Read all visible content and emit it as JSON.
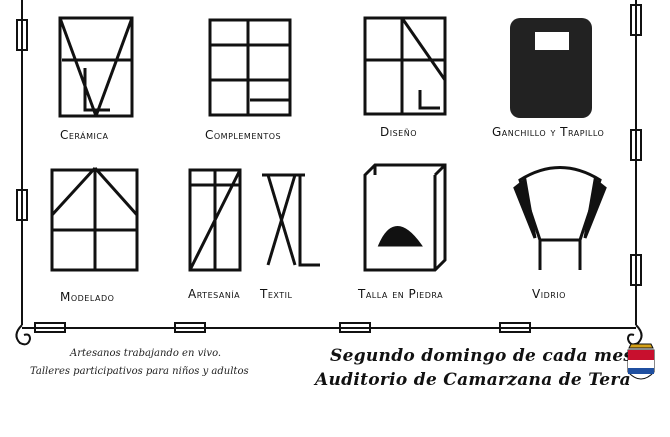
{
  "crafts": [
    {
      "id": "ceramica",
      "label": "Cerámica"
    },
    {
      "id": "complementos",
      "label": "Complementos"
    },
    {
      "id": "diseno",
      "label": "Diseño"
    },
    {
      "id": "ganchillo",
      "label": "Ganchillo y Trapillo"
    },
    {
      "id": "modelado",
      "label": "Modelado"
    },
    {
      "id": "artesania",
      "label": "Artesanía"
    },
    {
      "id": "textil",
      "label": "Textil"
    },
    {
      "id": "talla",
      "label": "Talla en Piedra"
    },
    {
      "id": "vidrio",
      "label": "Vidrio"
    }
  ],
  "notes": {
    "line1": "Artesanos trabajando en vivo.",
    "line2": "Talleres participativos para niños y adultos"
  },
  "event": {
    "line1": "Segundo domingo de cada mes",
    "line2": "Auditorio de Camarzana de Tera"
  },
  "glyph_marks": {
    "two": "2",
    "three": "3"
  },
  "colors": {
    "ink": "#111111",
    "crest_red": "#c8102e",
    "crest_gold": "#d4a017",
    "crest_blue": "#1f4fa0"
  }
}
